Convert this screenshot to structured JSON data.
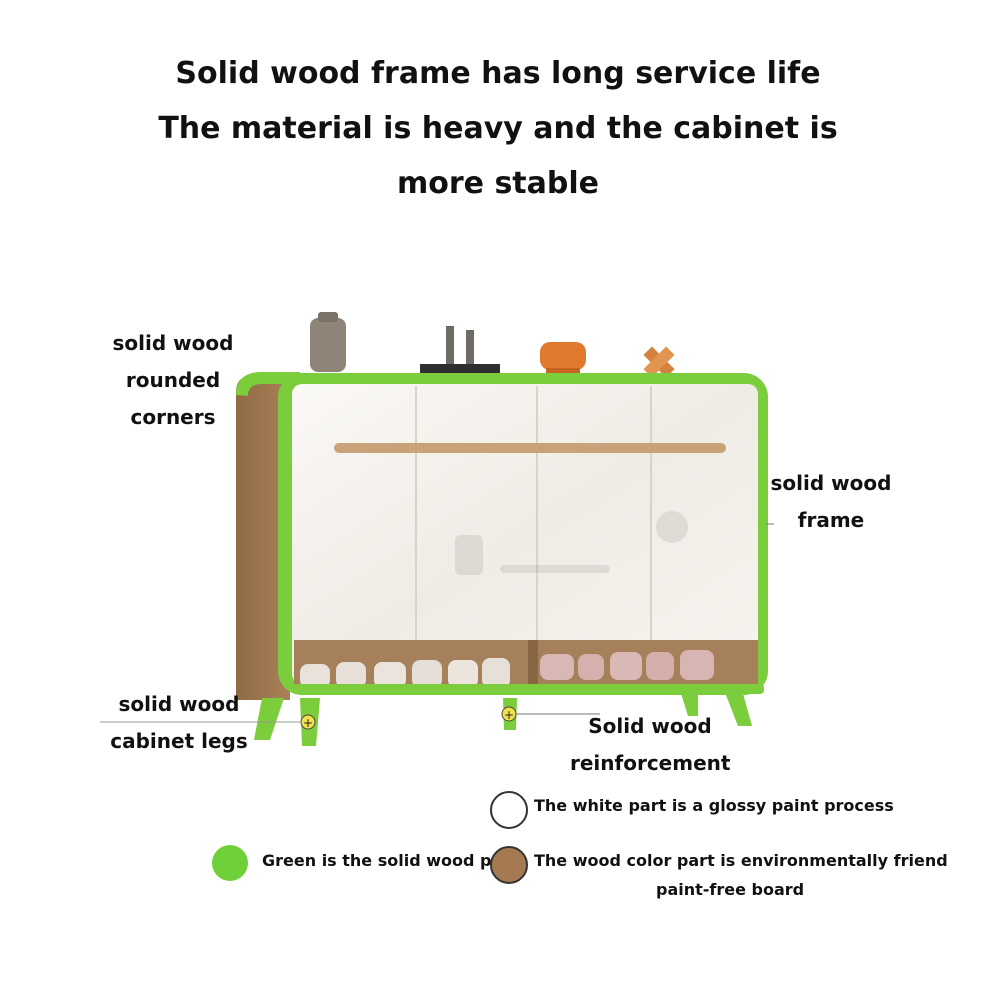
{
  "headline": {
    "line1": "Solid wood frame has long service life",
    "line2": "The material is heavy and the cabinet is",
    "line3": "more stable"
  },
  "callouts": {
    "rounded_corners": [
      "solid wood",
      "rounded",
      "corners"
    ],
    "frame": [
      "solid wood",
      "frame"
    ],
    "legs": [
      "solid wood",
      "cabinet legs"
    ],
    "reinforcement": [
      "Solid wood",
      "reinforcement"
    ]
  },
  "legend": {
    "white": {
      "text": "The white part is a glossy paint process",
      "color": "#ffffff"
    },
    "green": {
      "text": "Green is the solid wood part",
      "color": "#6fd13a"
    },
    "wood": {
      "text_line1": "The wood color part is environmentally friend",
      "text_line2": "paint-free board",
      "color": "#a57a52"
    }
  },
  "colors": {
    "green_frame": "#7ccd3c",
    "wood": "#9a7550",
    "white_panel": "#f3efe9"
  }
}
